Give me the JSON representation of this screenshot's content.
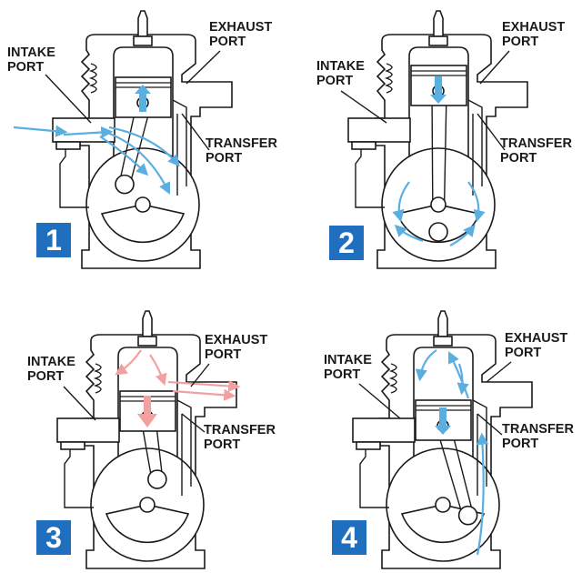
{
  "title": "Two-stroke engine cycle",
  "colors": {
    "intake_flow": "#5aaee0",
    "exhaust_flow": "#f4a0a0",
    "badge": "#1f6fbe",
    "line": "#1a1a1a"
  },
  "panels": [
    {
      "number": "1",
      "intake": "INTAKE\nPORT",
      "exhaust": "EXHAUST\nPORT",
      "transfer": "TRANSFER\nPORT",
      "piston": "up"
    },
    {
      "number": "2",
      "intake": "INTAKE\nPORT",
      "exhaust": "EXHAUST\nPORT",
      "transfer": "TRANSFER\nPORT",
      "piston": "down"
    },
    {
      "number": "3",
      "intake": "INTAKE\nPORT",
      "exhaust": "EXHAUST\nPORT",
      "transfer": "TRANSFER\nPORT",
      "piston": "down"
    },
    {
      "number": "4",
      "intake": "INTAKE\nPORT",
      "exhaust": "EXHAUST\nPORT",
      "transfer": "TRANSFER\nPORT",
      "piston": "down"
    }
  ]
}
